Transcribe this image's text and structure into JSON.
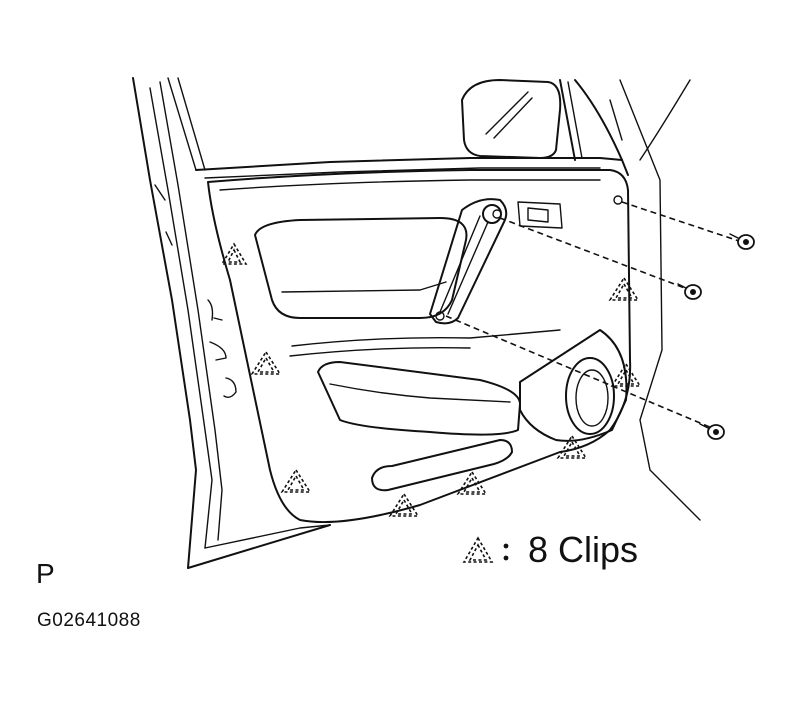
{
  "legend": {
    "symbol": "clip-triangle-icon",
    "separator": ":",
    "text": "8 Clips"
  },
  "view_letter": "P",
  "figure_code": "G02641088",
  "colors": {
    "ink": "#111111",
    "background": "#ffffff"
  }
}
